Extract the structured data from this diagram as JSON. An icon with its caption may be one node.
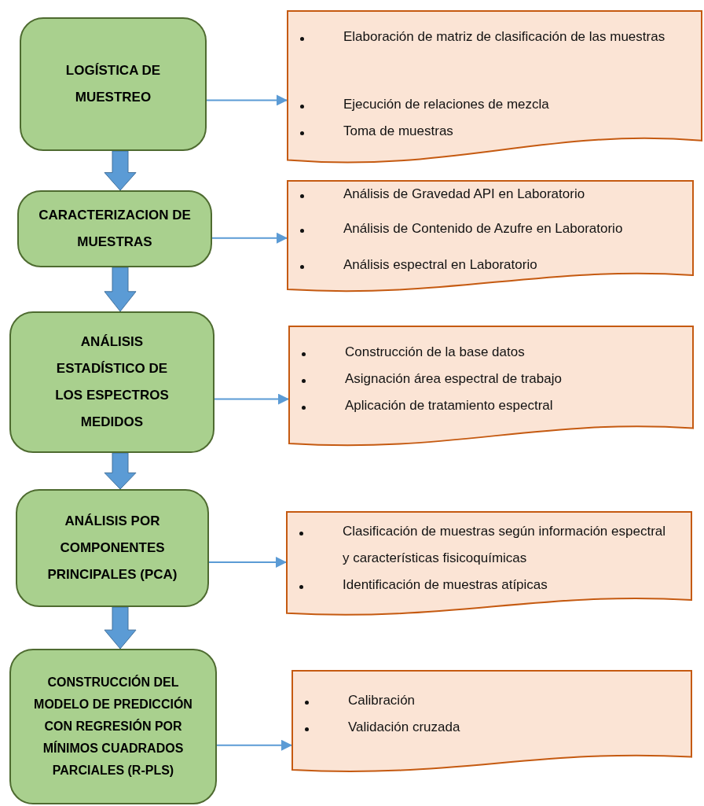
{
  "diagram": {
    "nodes": [
      {
        "text": [
          "LOGÍSTICA DE MUESTREO"
        ]
      },
      {
        "text": [
          "Elaboración de matriz de clasificación de las muestras",
          "Ejecución de relaciones de mezcla",
          "Toma de muestras"
        ]
      },
      {
        "text": [
          "CARACTERIZACION DE MUESTRAS"
        ]
      },
      {
        "text": [
          "Análisis de Gravedad API en Laboratorio",
          "Análisis de Contenido de Azufre en Laboratorio",
          "Análisis espectral en Laboratorio"
        ]
      },
      {
        "text": [
          "ANÁLISIS ESTADÍSTICO DE LOS ESPECTROS MEDIDOS"
        ]
      },
      {
        "text": [
          "Construcción de la base datos",
          "Asignación área espectral de trabajo",
          "Aplicación de tratamiento espectral"
        ]
      },
      {
        "text": [
          "ANÁLISIS POR COMPONENTES PRINCIPALES (PCA)"
        ]
      },
      {
        "text": [
          "Clasificación de muestras según información espectral y características fisicoquímicas",
          "Identificación de muestras atípicas"
        ]
      },
      {
        "text": [
          "CONSTRUCCIÓN DEL MODELO DE PREDICCIÓN CON REGRESIÓN POR MÍNIMOS CUADRADOS PARCIALES (R-PLS)"
        ]
      },
      {
        "text": [
          "Calibración",
          "Validación cruzada"
        ]
      }
    ],
    "edges": [
      {
        "from": 0,
        "to": 1,
        "arrow": "to"
      },
      {
        "from": 0,
        "to": 2,
        "arrow": "to",
        "style": "thick"
      },
      {
        "from": 2,
        "to": 3,
        "arrow": "to"
      },
      {
        "from": 2,
        "to": 4,
        "arrow": "to",
        "style": "thick"
      },
      {
        "from": 4,
        "to": 5,
        "arrow": "to"
      },
      {
        "from": 4,
        "to": 6,
        "arrow": "to",
        "style": "thick"
      },
      {
        "from": 6,
        "to": 7,
        "arrow": "to"
      },
      {
        "from": 6,
        "to": 8,
        "arrow": "to",
        "style": "thick"
      },
      {
        "from": 8,
        "to": 9,
        "arrow": "to"
      }
    ]
  }
}
